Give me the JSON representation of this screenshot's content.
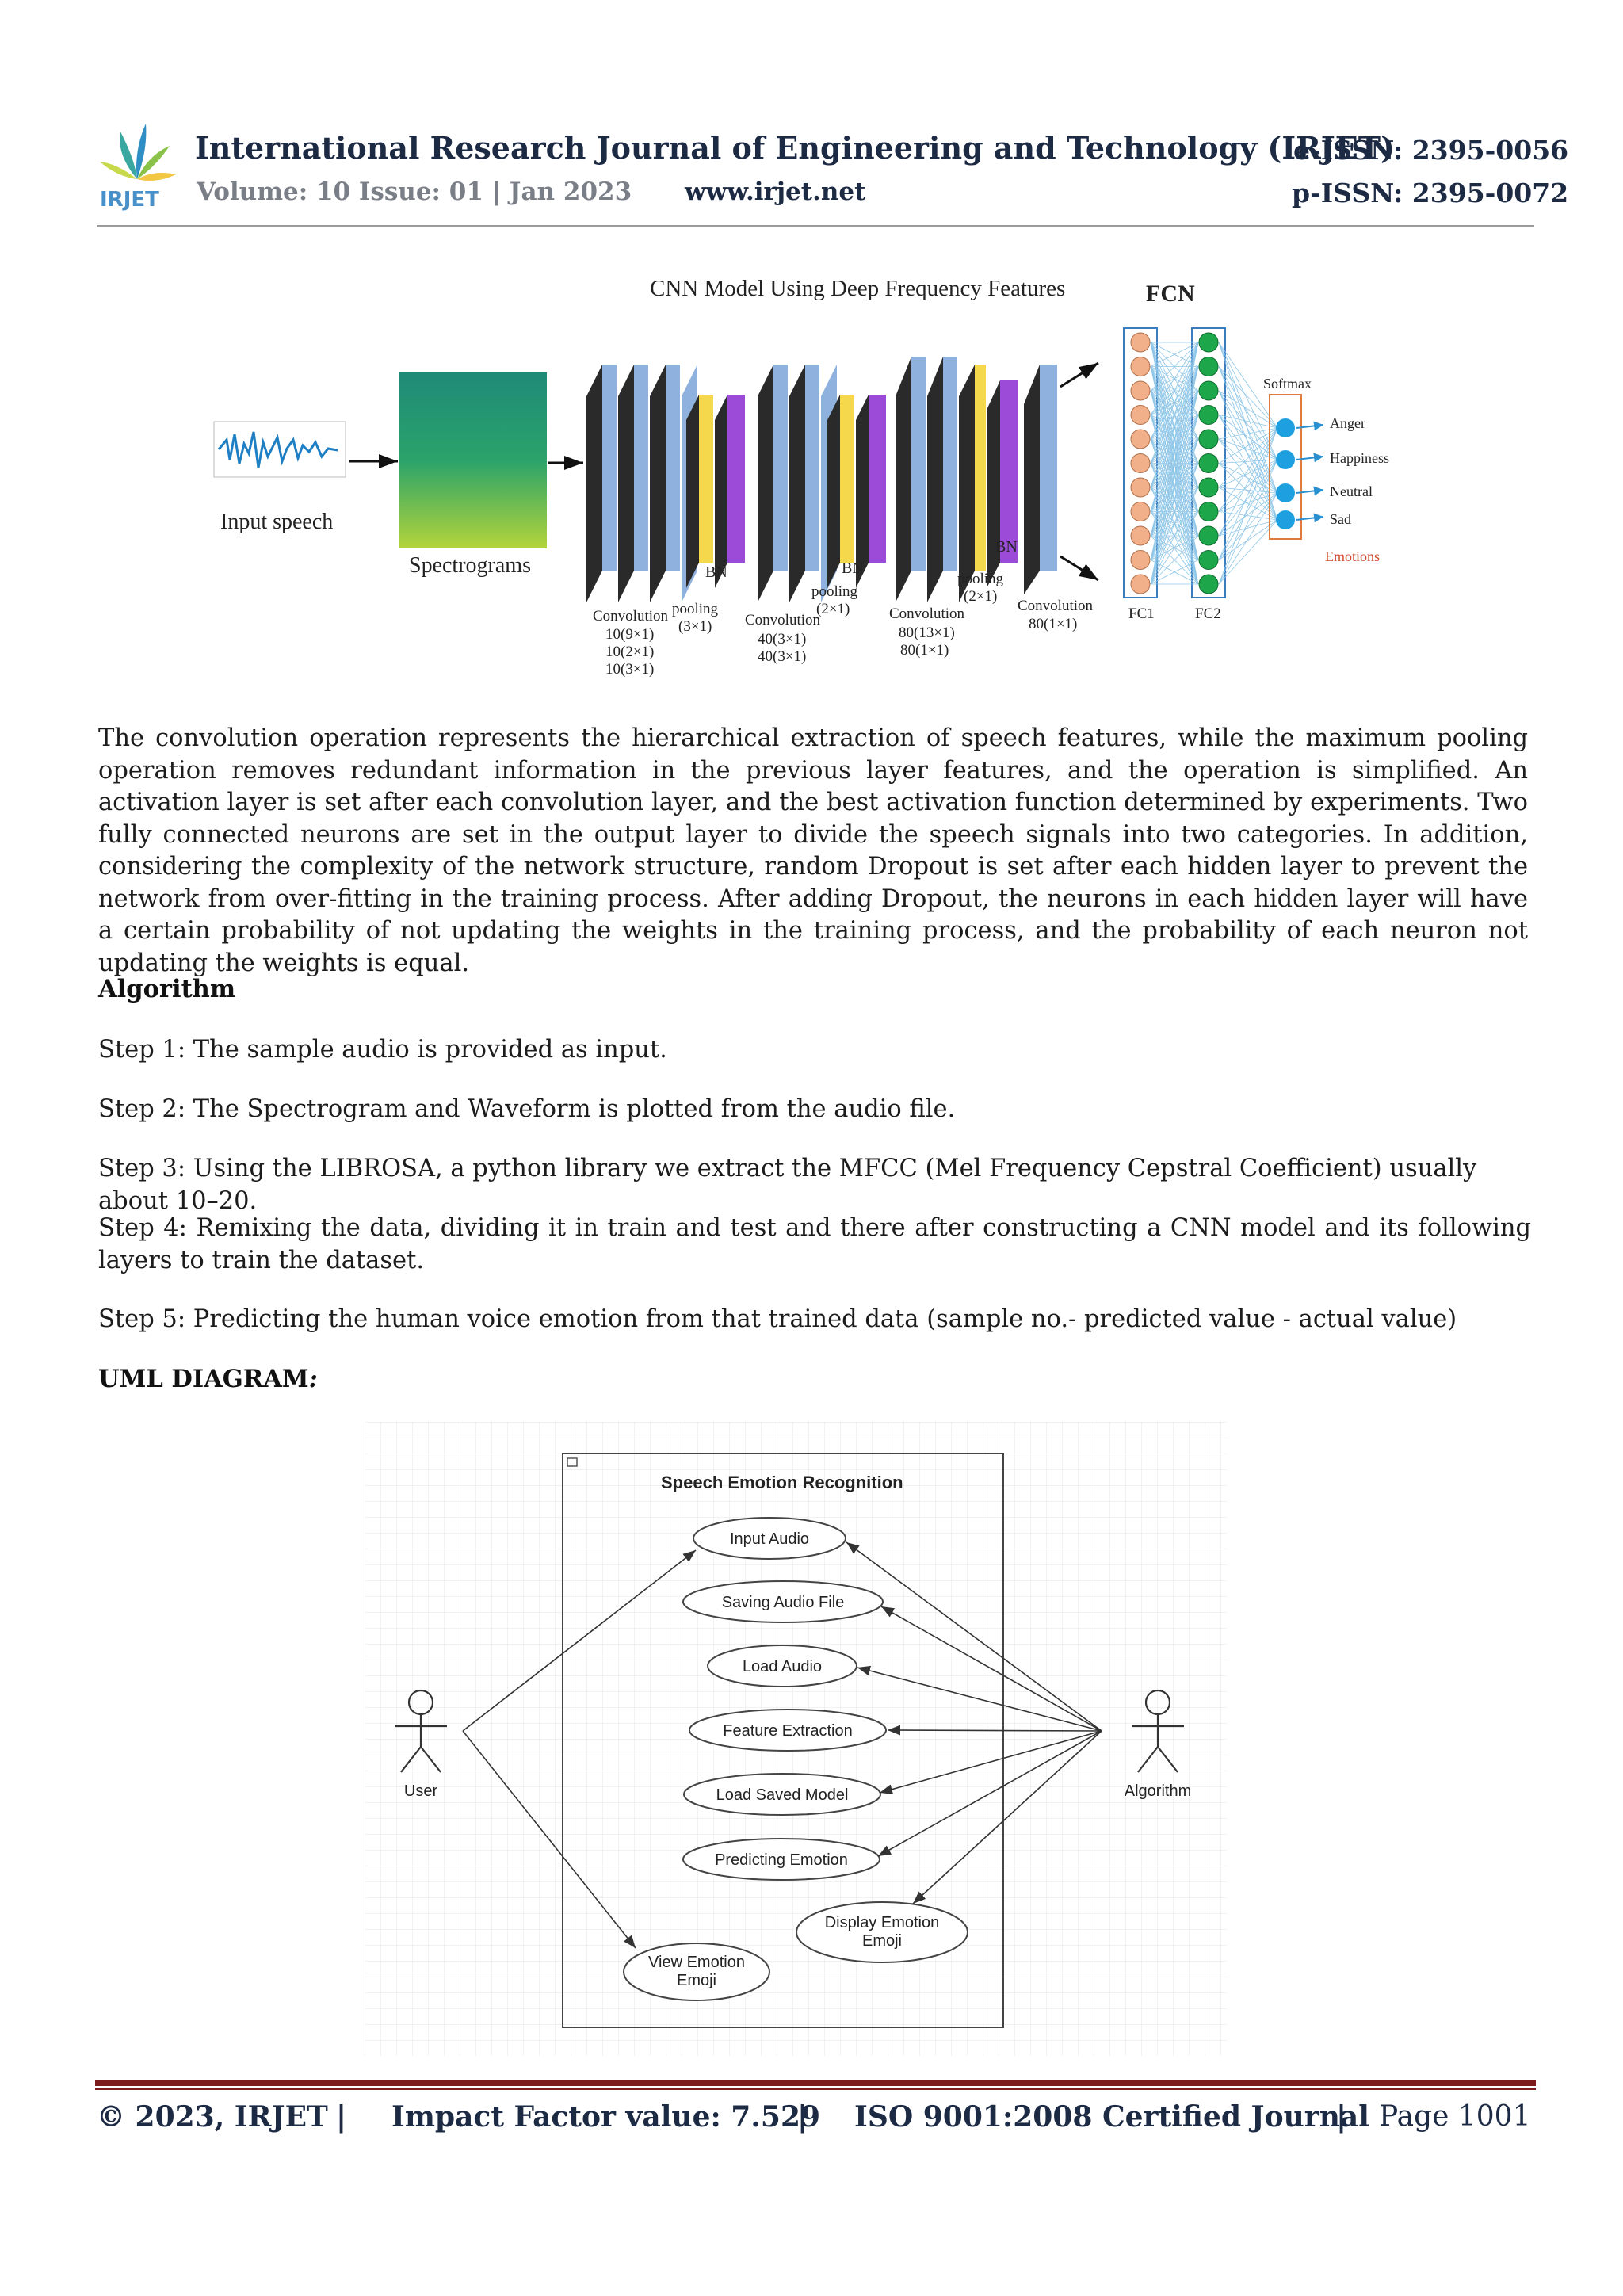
{
  "header": {
    "journal_title": "International Research Journal of Engineering and Technology (IRJET)",
    "eissn": "e-ISSN: 2395-0056",
    "volume": "Volume: 10 Issue: 01 | Jan 2023",
    "website": "www.irjet.net",
    "pissn": "p-ISSN: 2395-0072",
    "logo_text": "IRJET"
  },
  "figure1": {
    "title": "CNN Model Using Deep Frequency Features",
    "fcn_label": "FCN",
    "input_label": "Input speech",
    "spectrogram_label": "Spectrograms",
    "bn_label": "BN",
    "conv_label": "Convolution",
    "conv1_params": [
      "10(9×1)",
      "10(2×1)",
      "10(3×1)"
    ],
    "pool1_label": "pooling",
    "pool1_params": "(3×1)",
    "conv2_params": [
      "40(3×1)",
      "40(3×1)"
    ],
    "pool2_label": "pooling",
    "pool2_params": "(2×1)",
    "conv3_params": [
      "80(13×1)",
      "80(1×1)"
    ],
    "pool3_label": "pooling",
    "pool3_params": "(2×1)",
    "conv4_params": "80(1×1)",
    "fc1_label": "FC1",
    "fc2_label": "FC2",
    "softmax_label": "Softmax",
    "emotions": [
      "Anger",
      "Happiness",
      "Neutral",
      "Sad"
    ],
    "emotions_label": "Emotions",
    "colors": {
      "conv_dark": "#2a2a2a",
      "conv_blue": "#8fb1de",
      "bn_yellow": "#f5d84b",
      "pool_purple": "#9b4bd8",
      "fc1_orange": "#f2b08a",
      "fc2_green": "#1ea64a",
      "softmax_blue": "#1ea0e0",
      "emotions_red": "#d24a2a"
    }
  },
  "body": {
    "paragraph": "The convolution operation represents the hierarchical extraction of speech features, while the maximum pooling operation removes redundant information in the previous layer features, and the operation is simplified. An activation layer is set after each convolution layer, and the best activation function determined by experiments. Two fully connected neurons are set in the output layer to divide the speech signals into two categories. In addition, considering the complexity of the network structure, random Dropout is set after each hidden layer to prevent the network from over-fitting in the training process. After adding Dropout, the neurons in each hidden layer will have a certain probability of not updating the weights in the training process, and the probability of each neuron not updating the weights is equal.",
    "algorithm_heading": "Algorithm",
    "steps": [
      "Step 1: The sample audio is provided as input.",
      "Step 2: The Spectrogram and Waveform is plotted from the audio file.",
      "Step 3: Using the LIBROSA, a python library we extract the MFCC (Mel Frequency Cepstral Coefficient) usually about 10–20.",
      "Step 4: Remixing the data, dividing it in train and test and there after constructing a CNN model and its following layers to train the dataset.",
      "Step 5: Predicting the human voice emotion from that trained data (sample no.- predicted value - actual value)"
    ],
    "uml_heading": "UML DIAGRAM",
    "uml_heading_colon": ":"
  },
  "uml": {
    "system_title": "Speech  Emotion Recognition",
    "use_cases": [
      "Input Audio",
      "Saving Audio File",
      "Load Audio",
      "Feature Extraction",
      "Load Saved Model",
      "Predicting Emotion"
    ],
    "display_emoji": [
      "Display Emotion",
      "Emoji"
    ],
    "view_emoji": [
      "View Emotion",
      "Emoji"
    ],
    "actor_user": "User",
    "actor_algorithm": "Algorithm"
  },
  "footer": {
    "copyright": "© 2023, IRJET",
    "sep": "|",
    "impact": "Impact Factor value: 7.529",
    "iso": "ISO 9001:2008 Certified Journal",
    "page": "Page 1001"
  }
}
